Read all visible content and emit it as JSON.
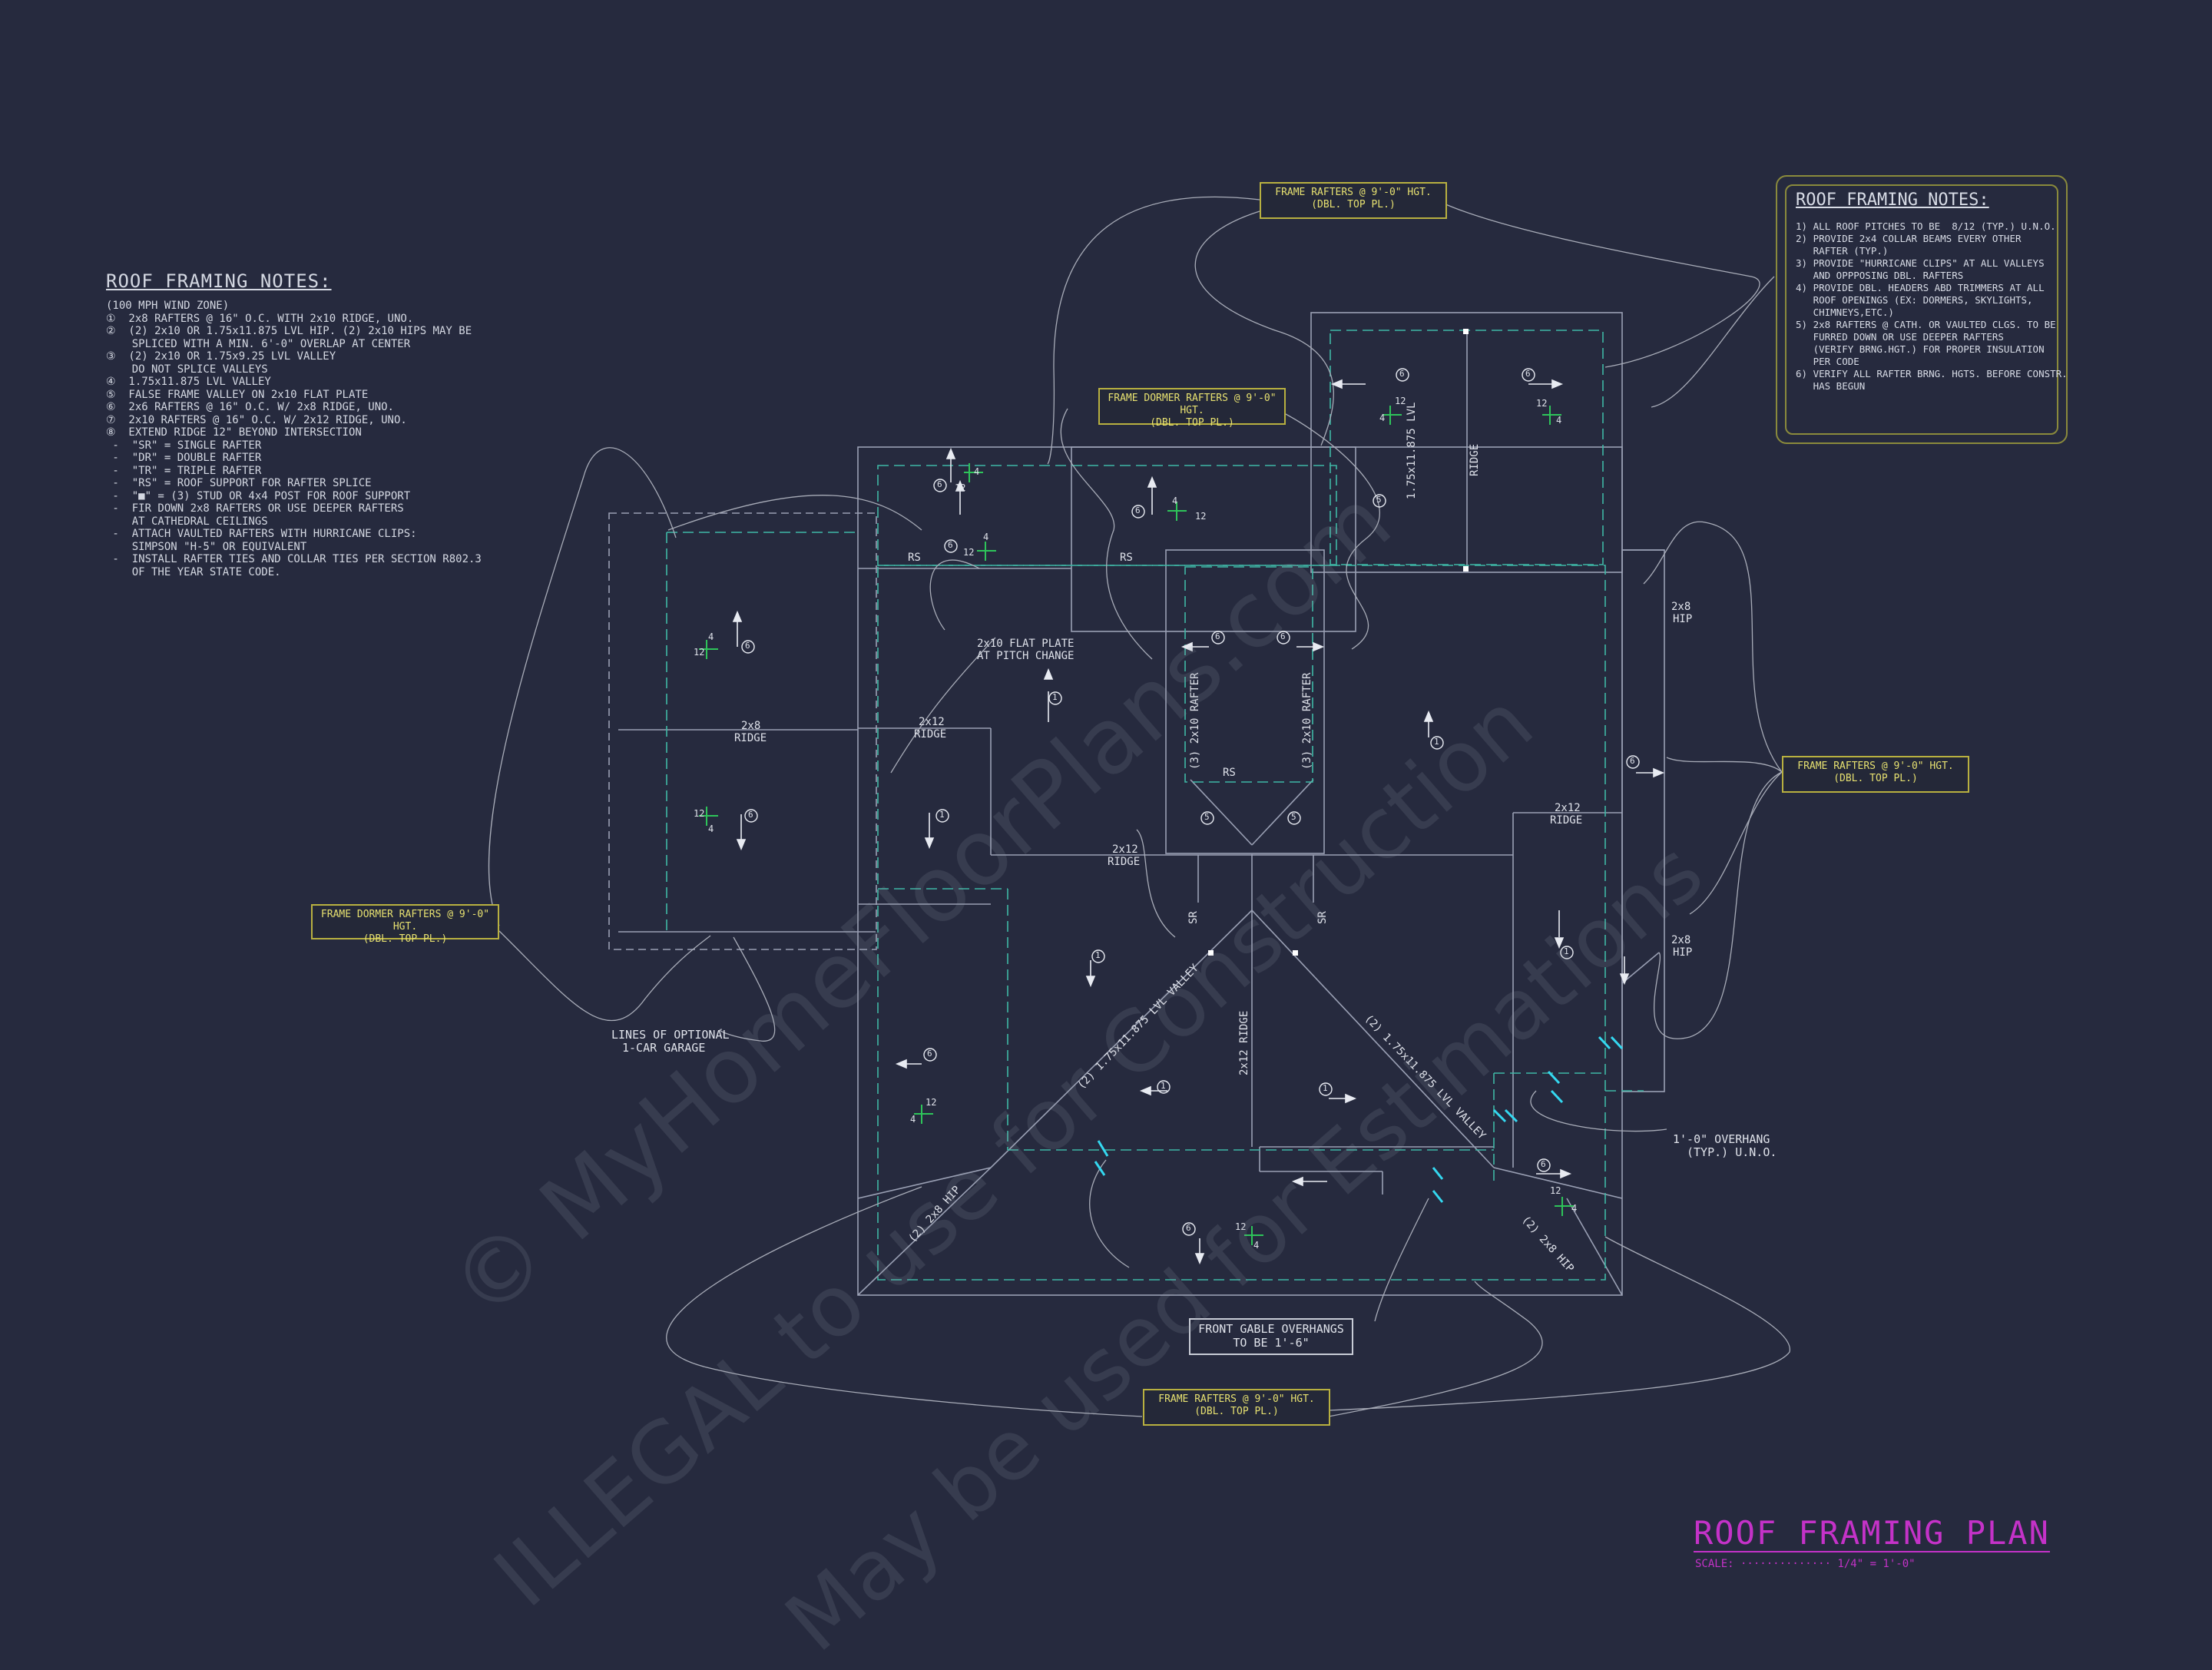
{
  "left_notes": {
    "title": "ROOF FRAMING NOTES:",
    "lines": [
      "(100 MPH WIND ZONE)",
      "①  2x8 RAFTERS @ 16\" O.C. WITH 2x10 RIDGE, UNO.",
      "②  (2) 2x10 OR 1.75x11.875 LVL HIP. (2) 2x10 HIPS MAY BE",
      "    SPLICED WITH A MIN. 6'-0\" OVERLAP AT CENTER",
      "③  (2) 2x10 OR 1.75x9.25 LVL VALLEY",
      "    DO NOT SPLICE VALLEYS",
      "④  1.75x11.875 LVL VALLEY",
      "⑤  FALSE FRAME VALLEY ON 2x10 FLAT PLATE",
      "⑥  2x6 RAFTERS @ 16\" O.C. W/ 2x8 RIDGE, UNO.",
      "⑦  2x10 RAFTERS @ 16\" O.C. W/ 2x12 RIDGE, UNO.",
      "⑧  EXTEND RIDGE 12\" BEYOND INTERSECTION",
      " -  \"SR\" = SINGLE RAFTER",
      " -  \"DR\" = DOUBLE RAFTER",
      " -  \"TR\" = TRIPLE RAFTER",
      " -  \"RS\" = ROOF SUPPORT FOR RAFTER SPLICE",
      " -  \"■\" = (3) STUD OR 4x4 POST FOR ROOF SUPPORT",
      " -  FIR DOWN 2x8 RAFTERS OR USE DEEPER RAFTERS",
      "    AT CATHEDRAL CEILINGS",
      " -  ATTACH VAULTED RAFTERS WITH HURRICANE CLIPS:",
      "    SIMPSON \"H-5\" OR EQUIVALENT",
      " -  INSTALL RAFTER TIES AND COLLAR TIES PER SECTION R802.3",
      "    OF THE YEAR STATE CODE."
    ]
  },
  "right_notes": {
    "title": "ROOF FRAMING NOTES:",
    "lines": [
      "1) ALL ROOF PITCHES TO BE  8/12 (TYP.) U.N.O.",
      "2) PROVIDE 2x4 COLLAR BEAMS EVERY OTHER",
      "   RAFTER (TYP.)",
      "3) PROVIDE \"HURRICANE CLIPS\" AT ALL VALLEYS",
      "   AND OPPPOSING DBL. RAFTERS",
      "4) PROVIDE DBL. HEADERS ABD TRIMMERS AT ALL",
      "   ROOF OPENINGS (EX: DORMERS, SKYLIGHTS,",
      "   CHIMNEYS,ETC.)",
      "5) 2x8 RAFTERS @ CATH. OR VAULTED CLGS. TO BE",
      "   FURRED DOWN OR USE DEEPER RAFTERS",
      "   (VERIFY BRNG.HGT.) FOR PROPER INSULATION",
      "   PER CODE",
      "6) VERIFY ALL RAFTER BRNG. HGTS. BEFORE CONSTR.",
      "   HAS BEGUN"
    ]
  },
  "callouts": {
    "top": [
      "FRAME RAFTERS @ 9'-0\" HGT.",
      "(DBL. TOP PL.)"
    ],
    "dormer_top": [
      "FRAME DORMER RAFTERS @ 9'-0\" HGT.",
      "(DBL. TOP PL.)"
    ],
    "right": [
      "FRAME RAFTERS @ 9'-0\" HGT.",
      "(DBL. TOP PL.)"
    ],
    "dormer_left": [
      "FRAME DORMER RAFTERS @ 9'-0\" HGT.",
      "(DBL. TOP PL.)"
    ],
    "bottom": [
      "FRAME RAFTERS @ 9'-0\" HGT.",
      "(DBL. TOP PL.)"
    ],
    "front_gable": [
      "FRONT GABLE OVERHANGS",
      "TO BE 1'-6\""
    ]
  },
  "plan_labels": {
    "lvl_ridge": "1.75x11.875 LVL",
    "ridge": "RIDGE",
    "rs": "RS",
    "flat_plate_1": "2x10 FLAT PLATE",
    "flat_plate_2": "AT PITCH CHANGE",
    "ridge_2x8_a": "2x8",
    "ridge_2x8_b": "RIDGE",
    "ridge_2x12_a": "2x12",
    "ridge_2x12_b": "RIDGE",
    "rafter_3_2x10": "(3) 2x10 RAFTER",
    "hip_2x8_a": "2x8",
    "hip_2x8_b": "HIP",
    "sr": "SR",
    "ridge_2x12_vert": "2x12 RIDGE",
    "valley_left": "(2) 1.75x11.875 LVL VALLEY",
    "valley_right": "(2) 1.75x11.875 LVL VALLEY",
    "hip_2_2x8": "(2) 2x8 HIP",
    "garage_1": "LINES OF OPTIONAL",
    "garage_2": "1-CAR GARAGE",
    "overhang_1": "1'-0\" OVERHANG",
    "overhang_2": "(TYP.) U.N.O.",
    "pitch_12": "12",
    "pitch_4": "4",
    "num_1": "1",
    "num_5": "5",
    "num_6": "6"
  },
  "plan_title": "ROOF FRAMING PLAN",
  "scale": "SCALE: ·············· 1/4\" = 1'-0\"",
  "watermark": {
    "line1": "© MyHomeFloorPlans.com",
    "line2": "ILLEGAL to use for Construction",
    "line3": "May be used for Estimations"
  },
  "colors": {
    "background": "#262a3e",
    "wall_line": "#9aa0b4",
    "dashed_line": "#3fb8a6",
    "callout_border": "#b8b040",
    "callout_text": "#e6e070",
    "pitch_green": "#2ec45a",
    "clip_cyan": "#34d8f0",
    "title_magenta": "#c432c8"
  }
}
